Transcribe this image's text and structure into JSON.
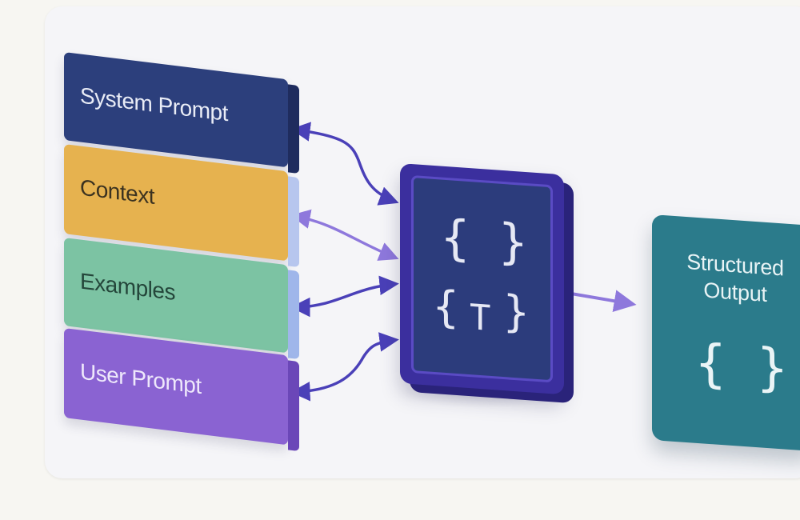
{
  "diagram": {
    "layers": [
      {
        "label": "System Prompt",
        "color": "#2c3f7c",
        "side_color": "#1f2c5e",
        "text_color": "#e9ecf6"
      },
      {
        "label": "Context",
        "color": "#e6b24f",
        "side_color": "#b7c6ee",
        "text_color": "#3b3220"
      },
      {
        "label": "Examples",
        "color": "#7cc3a3",
        "side_color": "#9fb6ea",
        "text_color": "#24463a"
      },
      {
        "label": "User Prompt",
        "color": "#8a63d2",
        "side_color": "#6b47b8",
        "text_color": "#eee8fb"
      }
    ],
    "processor": {
      "glyph_top": "{ }",
      "glyph_bottom_left": "{",
      "glyph_bottom_mid": "T",
      "glyph_bottom_right": "}",
      "color": "#3b2f9e"
    },
    "output": {
      "label": "Structured Output",
      "glyph": "{ }",
      "color": "#2b7b8b"
    },
    "connector_color": "#5b4fc4"
  }
}
